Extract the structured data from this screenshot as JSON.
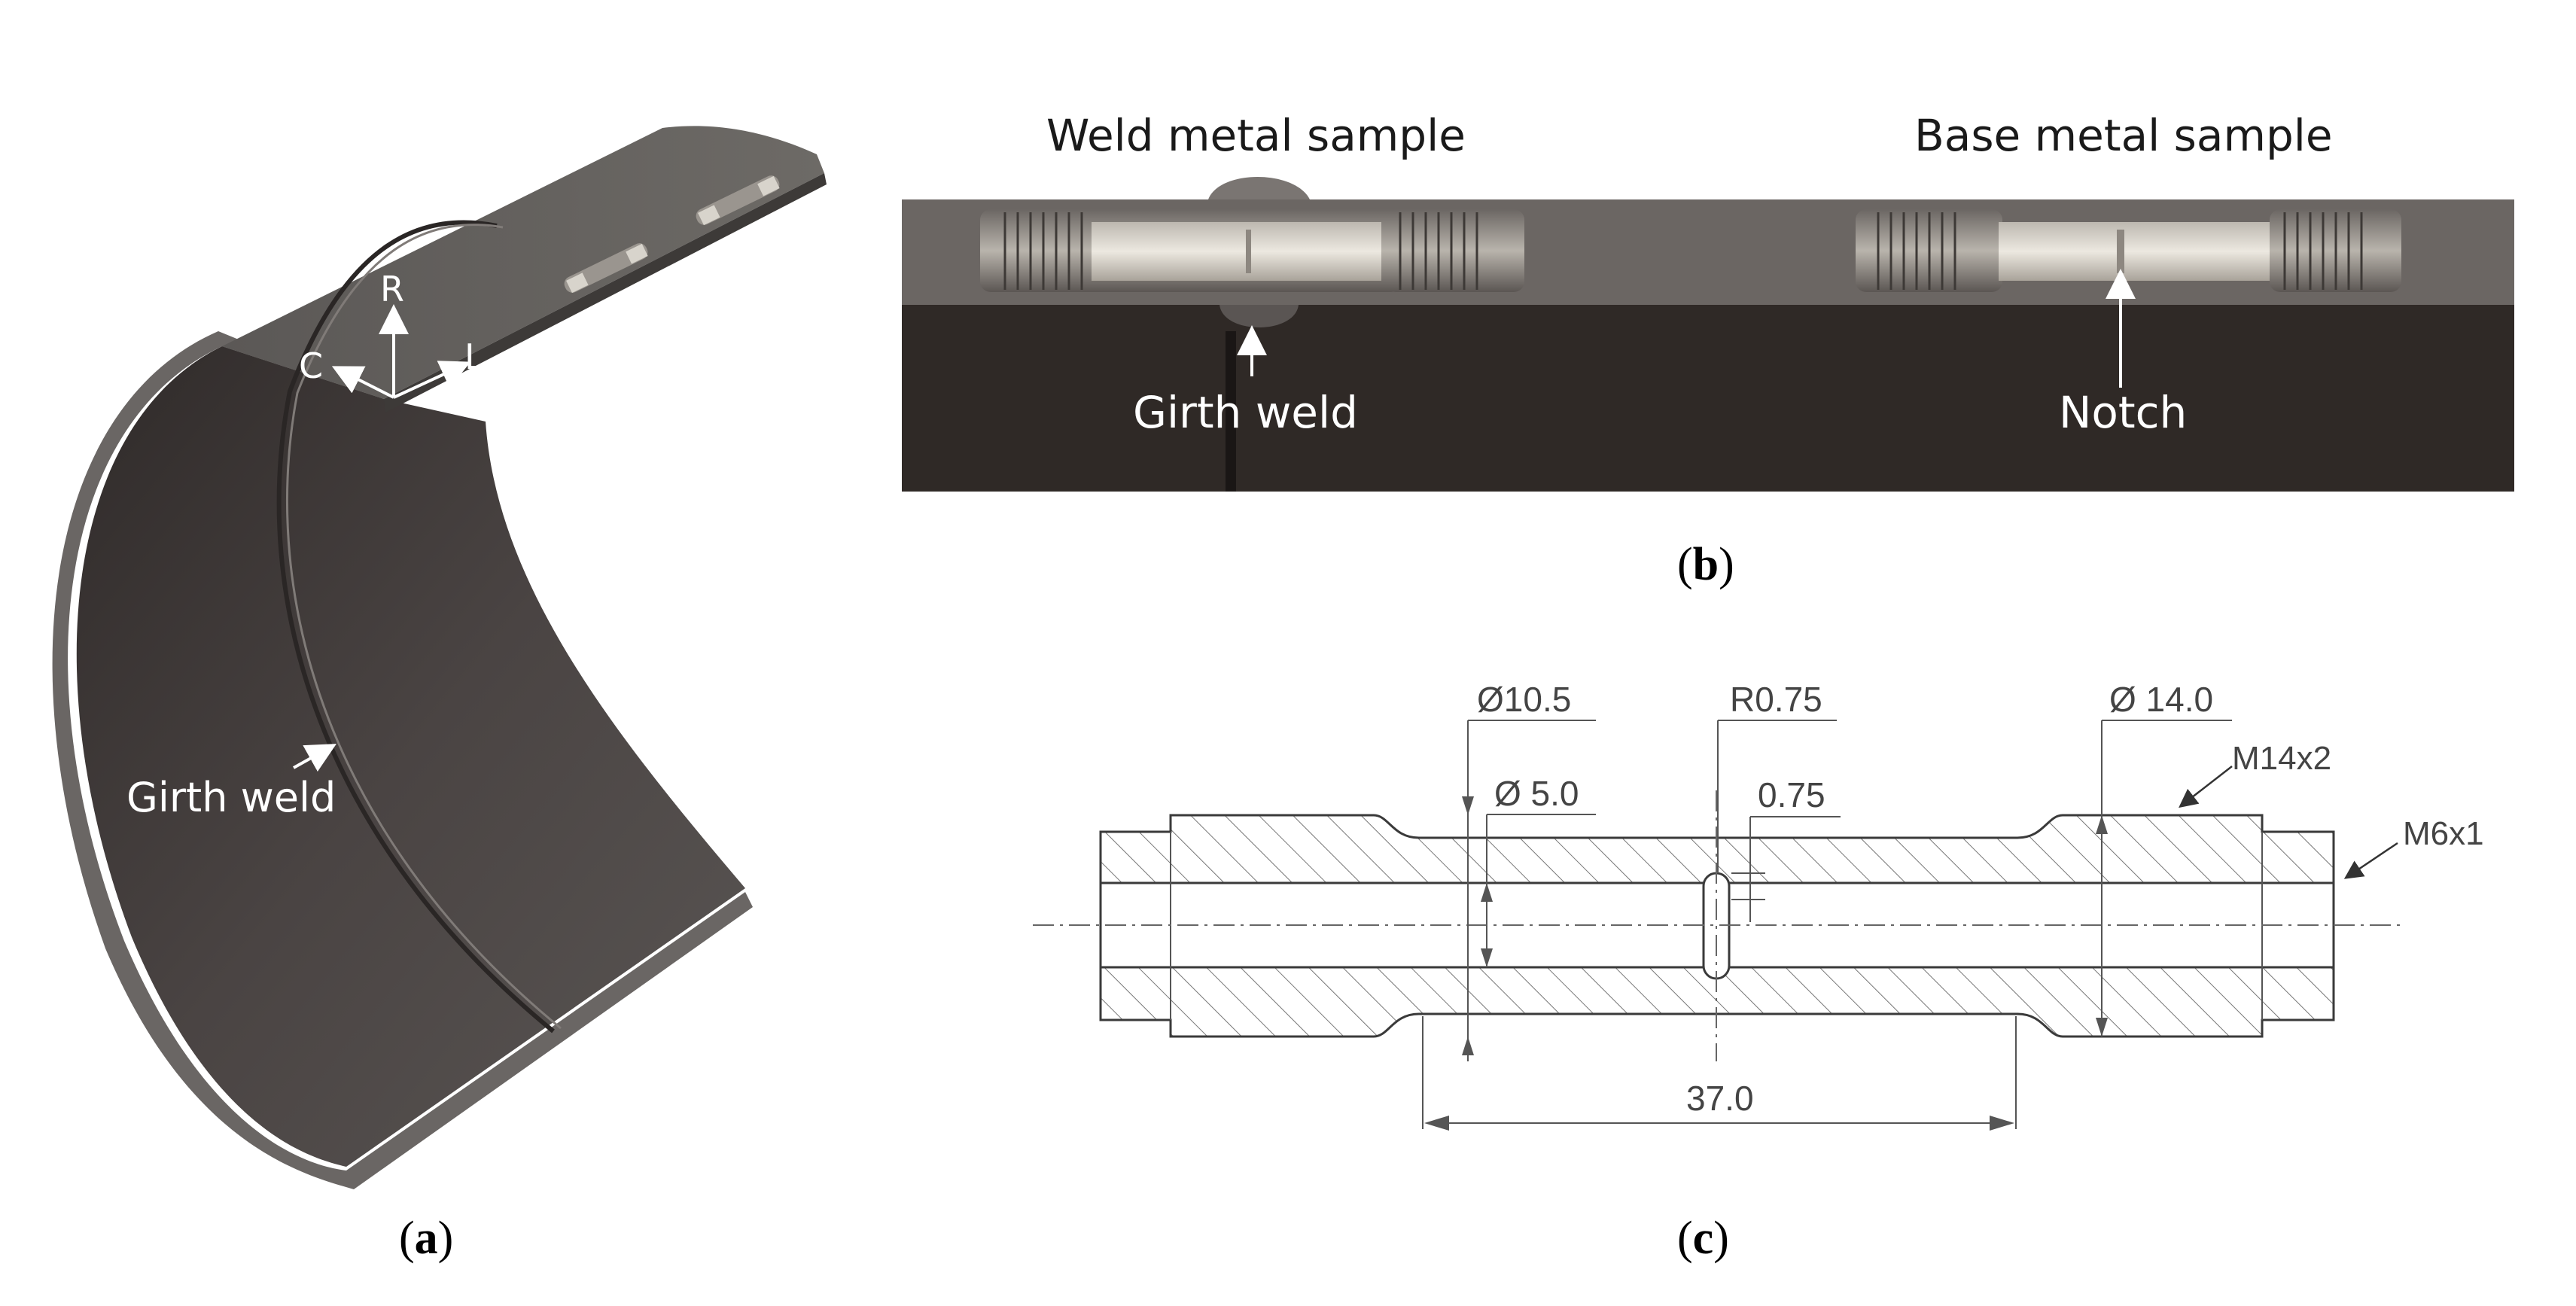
{
  "panel_a": {
    "axis_r": "R",
    "axis_c": "C",
    "axis_l": "L",
    "girth_weld": "Girth weld",
    "caption_open": "(",
    "caption_letter": "a",
    "caption_close": ")"
  },
  "panel_b": {
    "weld_sample_title": "Weld metal sample",
    "base_sample_title": "Base metal sample",
    "girth_weld": "Girth weld",
    "notch": "Notch",
    "caption_open": "(",
    "caption_letter": "b",
    "caption_close": ")"
  },
  "panel_c": {
    "dia_outer": "Ø10.5",
    "dia_inner": "Ø 5.0",
    "notch_radius": "R0.75",
    "notch_width": "0.75",
    "dia_thread": "Ø 14.0",
    "thread_major": "M14x2",
    "thread_minor": "M6x1",
    "gauge_length": "37.0",
    "caption_open": "(",
    "caption_letter": "c",
    "caption_close": ")"
  },
  "colors": {
    "pipe_metal": "#4a4745",
    "pipe_inner": "#3c3634",
    "panel_b_top": "#6b6663",
    "panel_b_bottom": "#2f2926",
    "sample_body": "#d8d4cc"
  }
}
